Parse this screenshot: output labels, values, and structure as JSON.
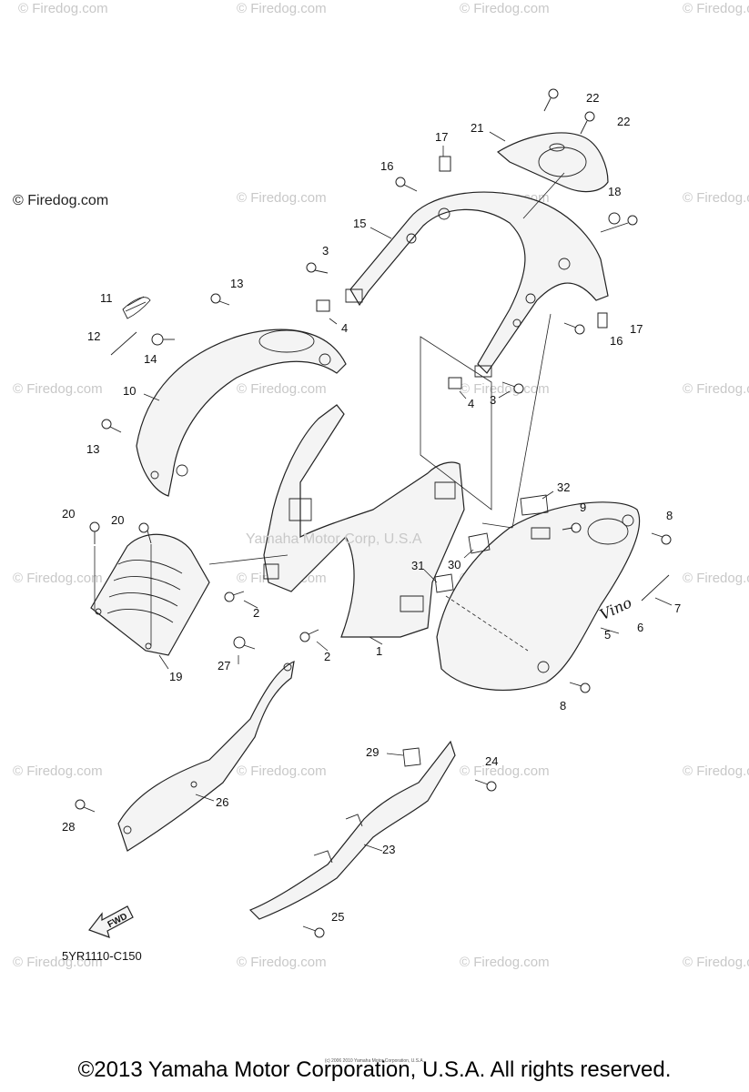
{
  "footer": {
    "copyright": "©2013 Yamaha Motor Corporation, U.S.A. All rights reserved.",
    "tiny_note": "(c) 2006 2010 Yamaha Motor Corporation, U.S.A."
  },
  "diagram": {
    "code": "5YR1110-C150",
    "watermark_logo": "© Firedog.com",
    "watermark_text": "© Firedog.com",
    "center_watermark": "Yamaha Motor Corp, U.S.A",
    "fwd_label": "FWD",
    "brand_mark": "Vino",
    "callouts": [
      "1",
      "2",
      "2",
      "3",
      "3",
      "4",
      "4",
      "5",
      "6",
      "7",
      "8",
      "8",
      "9",
      "10",
      "11",
      "12",
      "13",
      "13",
      "14",
      "15",
      "16",
      "16",
      "17",
      "17",
      "18",
      "19",
      "20",
      "20",
      "21",
      "22",
      "22",
      "23",
      "24",
      "25",
      "26",
      "27",
      "28",
      "29",
      "30",
      "31",
      "32"
    ]
  },
  "colors": {
    "line": "#222222",
    "watermark": "#c8c8c8",
    "background": "#ffffff"
  }
}
